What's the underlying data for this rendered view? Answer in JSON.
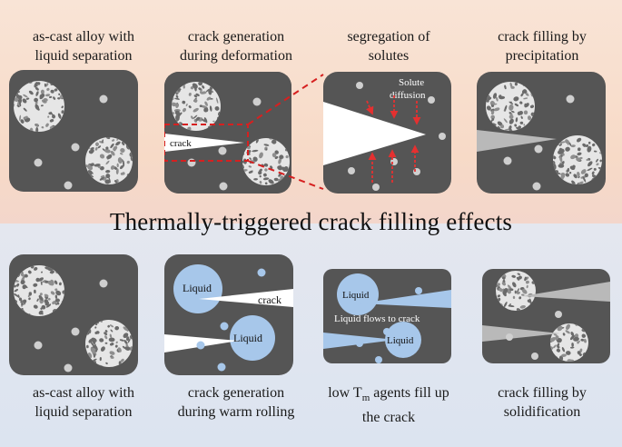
{
  "figure": {
    "title": "Thermally-triggered crack filling effects",
    "top_row": {
      "captions": [
        "as-cast alloy with\nliquid separation",
        "crack generation\nduring deformation",
        "segregation of\nsolutes",
        "crack filling by\nprecipitation"
      ],
      "annotations": {
        "crack": "crack",
        "solute_diffusion": "Solute\ndiffusion"
      }
    },
    "bottom_row": {
      "captions": [
        "as-cast alloy with\nliquid separation",
        "crack generation\nduring warm rolling",
        "low T{m} agents fill up\nthe crack",
        "crack filling by\nsolidification"
      ],
      "annotations": {
        "liquid": "Liquid",
        "crack": "crack",
        "liquid_flows": "Liquid flows to crack",
        "tm_subscript": "m"
      }
    },
    "colors": {
      "top_band": "#f7dac7",
      "bottom_band": "#dce4f0",
      "panel": "#555555",
      "liquid": "#a7c7ea",
      "arrows": "#e53030",
      "zoom_box": "#d62020"
    }
  }
}
